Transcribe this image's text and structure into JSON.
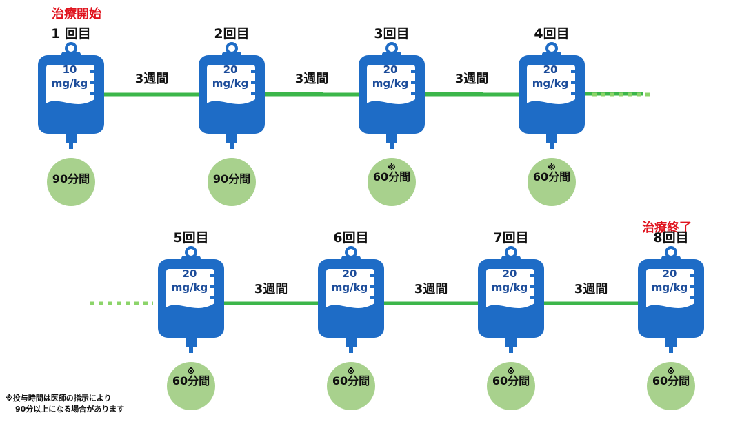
{
  "diagram": {
    "start_label": "治療開始",
    "end_label": "治療終了",
    "interval_label": "3週間",
    "footnote": [
      "※投与時間は医師の指示により",
      "90分以上になる場合があります"
    ],
    "colors": {
      "bag": "#1e6cc6",
      "line": "#3cb64a",
      "dots": "#8cd46a",
      "circle": "#a8d18d",
      "start": "#e0141e"
    },
    "infusions": [
      {
        "count": "1 回目",
        "dose_value": "10",
        "dose_unit": "mg/kg",
        "mark": "",
        "duration": "90分間"
      },
      {
        "count": "2回目",
        "dose_value": "20",
        "dose_unit": "mg/kg",
        "mark": "",
        "duration": "90分間"
      },
      {
        "count": "3回目",
        "dose_value": "20",
        "dose_unit": "mg/kg",
        "mark": "※",
        "duration": "60分間"
      },
      {
        "count": "4回目",
        "dose_value": "20",
        "dose_unit": "mg/kg",
        "mark": "※",
        "duration": "60分間"
      },
      {
        "count": "5回目",
        "dose_value": "20",
        "dose_unit": "mg/kg",
        "mark": "※",
        "duration": "60分間"
      },
      {
        "count": "6回目",
        "dose_value": "20",
        "dose_unit": "mg/kg",
        "mark": "※",
        "duration": "60分間"
      },
      {
        "count": "7回目",
        "dose_value": "20",
        "dose_unit": "mg/kg",
        "mark": "※",
        "duration": "60分間"
      },
      {
        "count": "8回目",
        "dose_value": "20",
        "dose_unit": "mg/kg",
        "mark": "※",
        "duration": "60分間"
      }
    ]
  }
}
